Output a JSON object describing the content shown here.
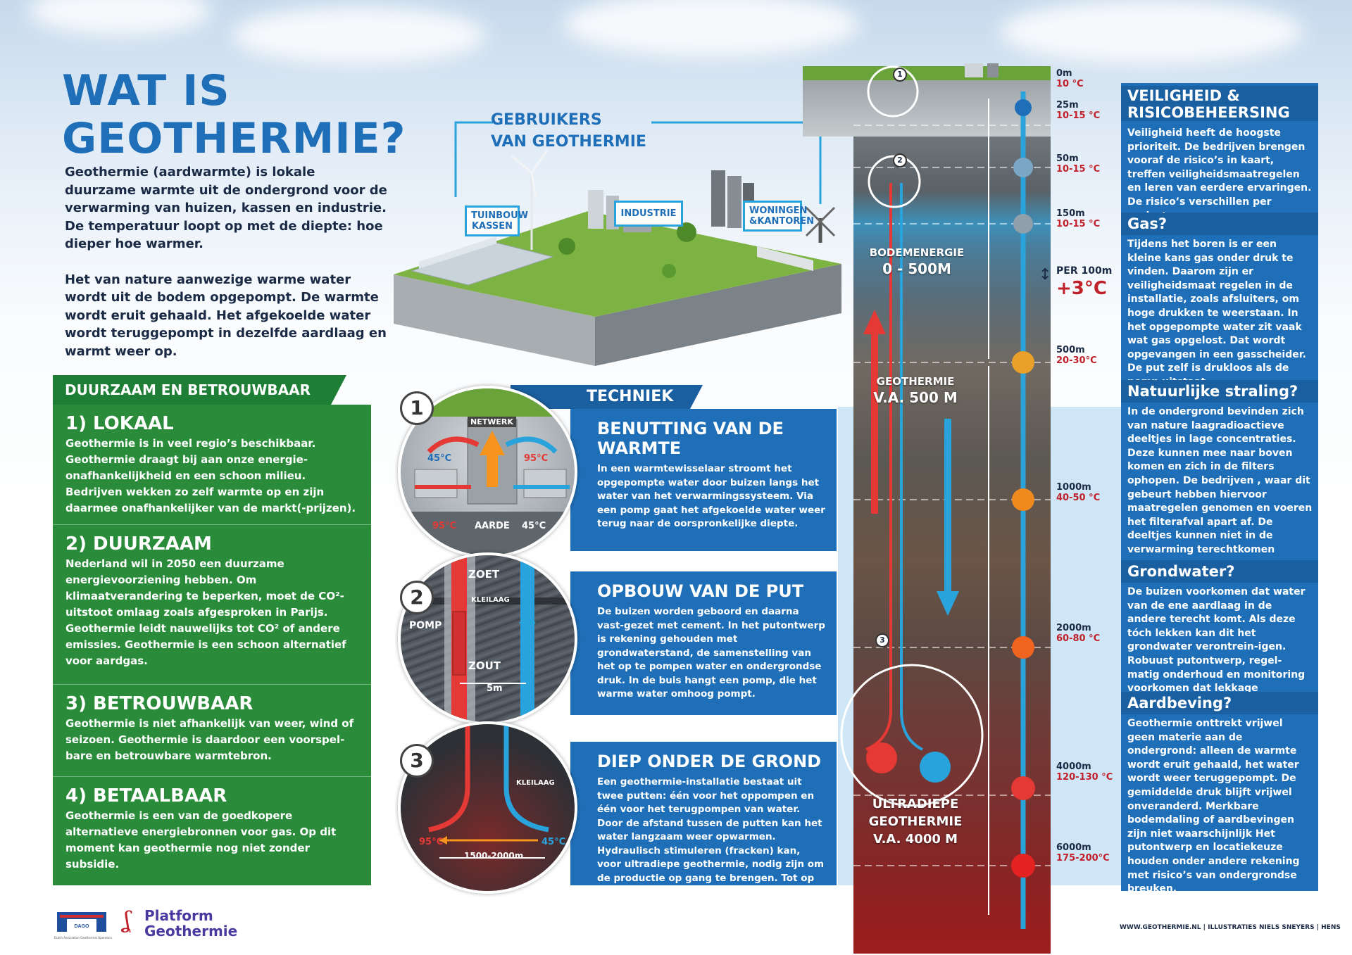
{
  "title_line1": "WAT IS",
  "title_line2": "GEOTHERMIE?",
  "intro": {
    "p1": "Geothermie (aardwarmte) is lokale duurzame warmte uit de ondergrond voor de verwarming van huizen, kassen en industrie. De temperatuur loopt op met de diepte: hoe dieper hoe warmer.",
    "p2": "Het van nature aanwezige warme water wordt uit de bodem opgepompt. De warmte wordt eruit gehaald. Het afgekoelde water wordt teruggepompt in dezelfde aardlaag en warmt weer op."
  },
  "green": {
    "header": "DUURZAAM EN BETROUWBAAR",
    "sections": [
      {
        "title": "1) LOKAAL",
        "text": "Geothermie is in veel regio’s beschikbaar. Geothermie draagt bij aan onze energie-onafhankelijkheid en een schoon milieu. Bedrijven wekken zo zelf warmte op en zijn daarmee onafhankelijker van de markt(-prijzen)."
      },
      {
        "title": "2) DUURZAAM",
        "text": "Nederland wil in 2050 een duurzame energievoorziening hebben. Om klimaatverandering te beperken, moet de CO²-uitstoot omlaag zoals afgesproken in Parijs. Geothermie leidt nauwelijks tot CO² of andere emissies. Geothermie is een schoon alternatief voor aardgas."
      },
      {
        "title": "3) BETROUWBAAR",
        "text": "Geothermie is niet afhankelijk van weer, wind of seizoen. Geothermie is daardoor een voorspel-bare en betrouwbare warmtebron."
      },
      {
        "title": "4) BETAALBAAR",
        "text": "Geothermie is een van de goedkopere alternatieve energiebronnen voor gas. Op dit moment kan geothermie nog niet zonder subsidie."
      }
    ]
  },
  "users": {
    "title_line1": "GEBRUIKERS",
    "title_line2": "VAN GEOTHERMIE",
    "callouts": [
      "TUINBOUW KASSEN",
      "INDUSTRIE",
      "WONINGEN &KANTOREN"
    ]
  },
  "techniek": {
    "label": "TECHNIEK",
    "boxes": [
      {
        "num": "1",
        "title": "BENUTTING VAN DE WARMTE",
        "text": "In een warmtewisselaar stroomt het opgepompte water door buizen langs het water van het verwarmingssysteem. Via een pomp gaat het afgekoelde water weer terug naar de oorspronkelijke diepte."
      },
      {
        "num": "2",
        "title": "OPBOUW VAN DE PUT",
        "text": "De buizen worden geboord en daarna vast-gezet met cement. In het putontwerp is rekening gehouden met grondwaterstand, de samenstelling van het op te pompen water en ondergrondse druk. In de buis hangt een pomp, die het warme water omhoog pompt."
      },
      {
        "num": "3",
        "title": "DIEP ONDER DE GROND",
        "text": "Een geothermie-installatie bestaat uit twee putten: één voor het oppompen en één voor het terugpompen van water. Door de afstand tussen de putten kan het water langzaam weer opwarmen. Hydraulisch stimuleren (fracken) kan, voor ultradiepe geothermie, nodig zijn om de productie op gang te brengen. Tot op heden is bij geothermie niet gefrackt."
      }
    ],
    "c1": {
      "netwerk": "NETWERK",
      "aarde": "AARDE",
      "t45a": "45°C",
      "t95a": "95°C",
      "t95b": "95°C",
      "t45b": "45°C"
    },
    "c2": {
      "zoet": "ZOET",
      "kleilaag": "KLEILAAG",
      "pomp": "POMP",
      "zout": "ZOUT",
      "dist": "5m"
    },
    "c3": {
      "kleilaag": "KLEILAAG",
      "t95": "95°C",
      "t45": "45°C",
      "dist": "1500-2000m"
    }
  },
  "column": {
    "markers": [
      "1",
      "2",
      "3"
    ],
    "labels": [
      {
        "line1": "BODEMENERGIE",
        "line2": "0 - 500M"
      },
      {
        "line1": "GEOTHERMIE",
        "line2": "V.A. 500 M"
      },
      {
        "line1": "ULTRADIEPE",
        "line2": "GEOTHERMIE",
        "line3": "V.A. 4000 M"
      }
    ],
    "depths": [
      {
        "m": "0m",
        "t": "10 °C"
      },
      {
        "m": "25m",
        "t": "10-15 °C"
      },
      {
        "m": "50m",
        "t": "10-15 °C"
      },
      {
        "m": "150m",
        "t": "10-15 °C"
      },
      {
        "m": "500m",
        "t": "20-30°C"
      },
      {
        "m": "1000m",
        "t": "40-50 °C"
      },
      {
        "m": "2000m",
        "t": "60-80 °C"
      },
      {
        "m": "4000m",
        "t": "120-130 °C"
      },
      {
        "m": "6000m",
        "t": "175-200°C"
      }
    ],
    "gradient_label": "PER 100m",
    "gradient_value": "+3°C"
  },
  "right": [
    {
      "title": "VEILIGHEID & RISICOBEHEERSING",
      "text": "Veiligheid heeft de hoogste prioriteit. De bedrijven brengen vooraf de risico’s in kaart, treffen veiligheidsmaatregelen en leren van eerdere ervaringen. De risico’s verschillen per project"
    },
    {
      "title": "Gas?",
      "text": "Tijdens het boren is er een kleine kans gas onder druk te vinden. Daarom zijn er veiligheidsmaat regelen in de installatie, zoals afsluiters, om hoge drukken te weerstaan. In het opgepompte water zit vaak wat gas opgelost. Dat wordt opgevangen in een gasscheider. De put zelf is drukloos als de pomp uitstaat."
    },
    {
      "title": "Natuurlijke straling?",
      "text": "In de ondergrond bevinden zich van nature laagradioactieve deeltjes in lage concentraties. Deze kunnen mee naar boven komen en zich in de filters ophopen. De bedrijven , waar dit gebeurt hebben hiervoor maatregelen genomen en voeren het filterafval apart af. De deeltjes kunnen niet in de verwarming terechtkomen"
    },
    {
      "title": "Grondwater?",
      "text": "De buizen voorkomen dat water van de ene aardlaag in de andere terecht komt. Als deze tóch lekken kan dit het grondwater verontrein-igen. Robuust putontwerp, regel-matig onderhoud en monitoring voorkomen dat lekkage optreedt."
    },
    {
      "title": "Aardbeving?",
      "text": "Geothermie onttrekt vrijwel geen materie aan de ondergrond: alleen de warmte wordt eruit gehaald, het water wordt weer teruggepompt. De gemiddelde druk blijft vrijwel onveranderd. Merkbare bodemdaling of aardbevingen zijn niet waarschijnlijk Het putontwerp en locatiekeuze houden onder andere rekening met risico’s van ondergrondse breuken."
    }
  ],
  "logos": {
    "dago": "DAGO",
    "dago_sub": "Dutch Association Geothermal Operators",
    "platform_line1": "Platform",
    "platform_line2": "Geothermie"
  },
  "footer": "WWW.GEOTHERMIE.NL | ILLUSTRATIES NIELS SNEYERS | HENS",
  "colors": {
    "blue": "#1f6fb8",
    "dark_blue": "#1a5fa0",
    "green": "#2a8c3a",
    "red": "#c0202a",
    "cyan": "#29a3dc"
  }
}
